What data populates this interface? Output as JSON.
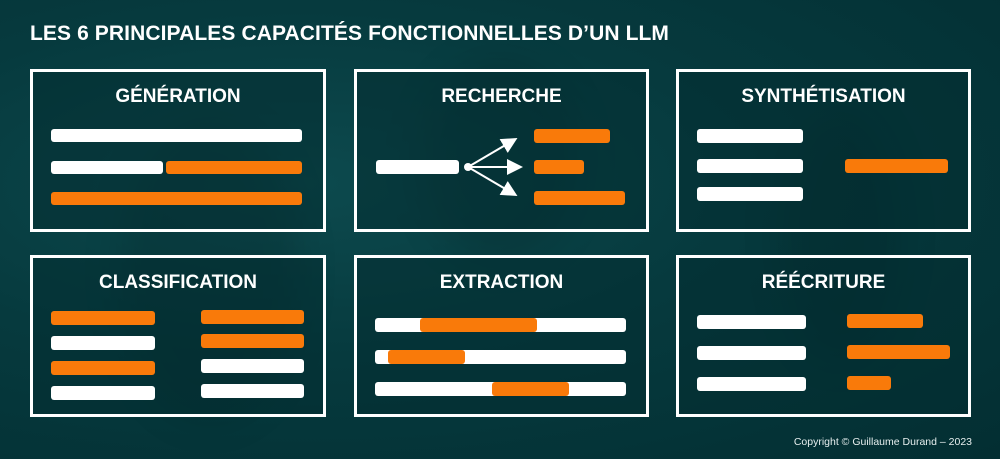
{
  "title": "LES 6 PRINCIPALES CAPACITÉS FONCTIONNELLES D’UN LLM",
  "colors": {
    "background": "#053a3e",
    "accent": "#f97a0a",
    "neutral": "#ffffff"
  },
  "panels": [
    {
      "id": "generation",
      "label": "GÉNÉRATION"
    },
    {
      "id": "recherche",
      "label": "RECHERCHE"
    },
    {
      "id": "synthetisation",
      "label": "SYNTHÉTISATION"
    },
    {
      "id": "classification",
      "label": "CLASSIFICATION"
    },
    {
      "id": "extraction",
      "label": "EXTRACTION"
    },
    {
      "id": "reecriture",
      "label": "RÉÉCRITURE"
    }
  ],
  "copyright": "Copyright © Guillaume Durand – 2023"
}
